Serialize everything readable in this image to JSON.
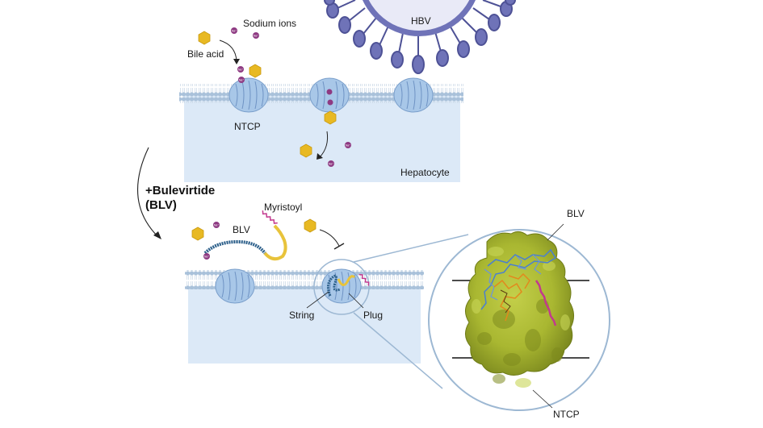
{
  "labels": {
    "sodium_ions": "Sodium ions",
    "bile_acid": "Bile acid",
    "hbv": "HBV",
    "ntcp_top": "NTCP",
    "hepatocyte": "Hepatocyte",
    "bulevirtide_line1": "+Bulevirtide",
    "bulevirtide_line2": "(BLV)",
    "myristoyl": "Myristoyl",
    "blv_peptide": "BLV",
    "string": "String",
    "plug": "Plug",
    "blv_zoom": "BLV",
    "ntcp_zoom": "NTCP",
    "na_symbol": "Na⁺"
  },
  "colors": {
    "cytoplasm": "#dce9f7",
    "membrane_head": "#a9c1da",
    "transporter": "#a8c7e8",
    "virus": "#6f73b8",
    "bile_acid": "#e8b923",
    "sodium": "#8e3a82",
    "blv_blue": "#2c5f8a",
    "blv_yellow": "#e8c33b",
    "myristoyl": "#c2398e",
    "ntcp_surface": "#a9b731",
    "zoom_line": "#9db8d3"
  }
}
